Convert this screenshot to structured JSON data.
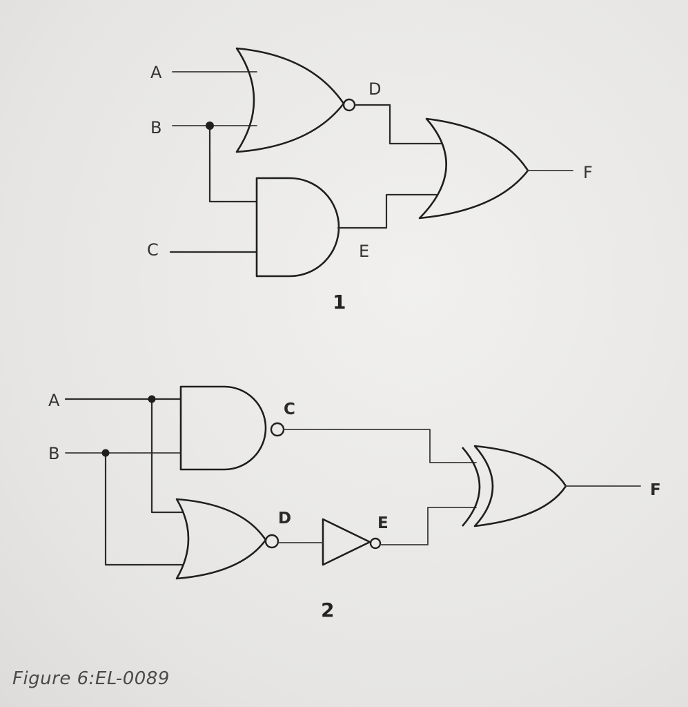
{
  "diagram1": {
    "inputs": {
      "a": "A",
      "b": "B",
      "c": "C"
    },
    "nodes": {
      "d": "D",
      "e": "E"
    },
    "output": "F",
    "number": "1"
  },
  "diagram2": {
    "inputs": {
      "a": "A",
      "b": "B"
    },
    "nodes": {
      "c": "C",
      "d": "D",
      "e": "E"
    },
    "output": "F",
    "number": "2"
  },
  "caption": "Figure 6:EL-0089"
}
